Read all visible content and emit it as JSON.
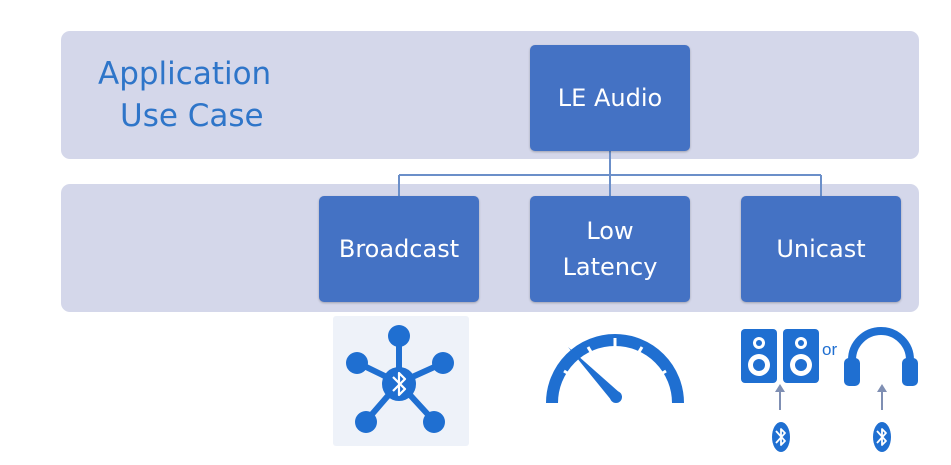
{
  "band_top": {
    "label_line1": "Application",
    "label_line2": "Use Case"
  },
  "root": {
    "label": "LE Audio"
  },
  "children": [
    {
      "label": "Broadcast"
    },
    {
      "label_line1": "Low",
      "label_line2": "Latency"
    },
    {
      "label": "Unicast"
    }
  ],
  "icons": {
    "broadcast": "bluetooth-network-icon",
    "low_latency": "speedometer-icon",
    "unicast_speakers": "speaker-icon",
    "unicast_or": "or",
    "unicast_headphones": "headphones-icon",
    "unicast_bluetooth": "bluetooth-icon"
  },
  "colors": {
    "band": "#d4d7ea",
    "node": "#4472c4",
    "label_text": "#2e75c9",
    "icon_blue": "#1f6fd1",
    "connector": "#6b8fc9"
  }
}
